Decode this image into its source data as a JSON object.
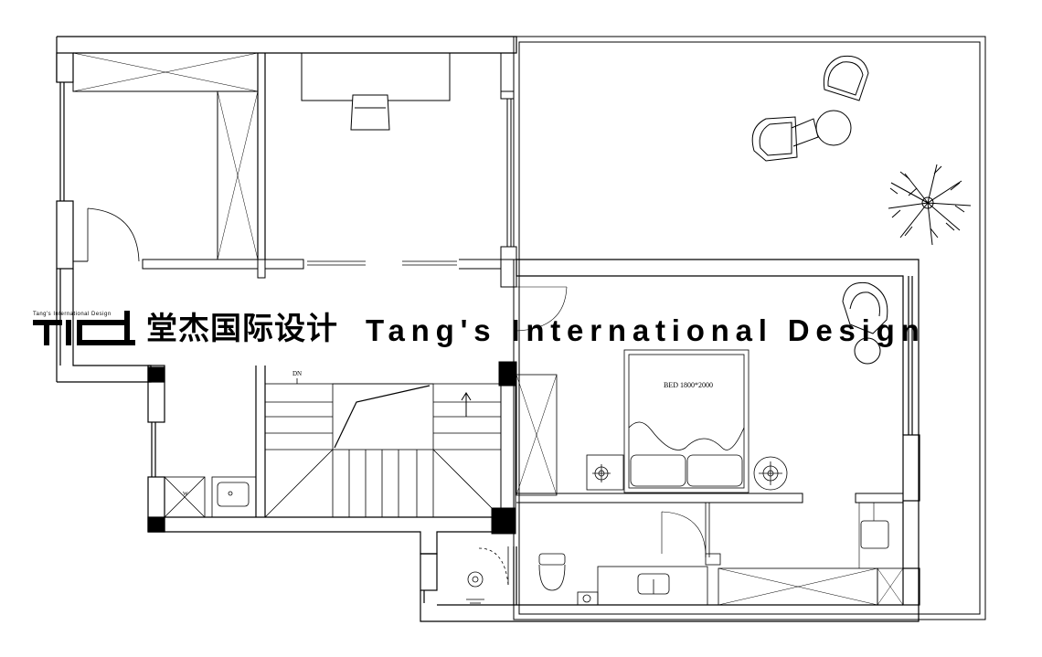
{
  "labels": {
    "bed": "BED 1800*2000",
    "stair_dn": "DN",
    "washer": "W"
  },
  "watermark": {
    "brand_small": "Tang's International Design",
    "brand_cn": "堂杰国际设计",
    "brand_en": "Tang's International Design"
  },
  "icons": {
    "logo": "tid-logo-mark"
  }
}
